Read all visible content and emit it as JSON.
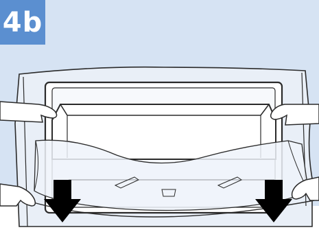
{
  "step": {
    "label": "4b"
  },
  "colors": {
    "badge": "#5b8fd0",
    "background": "#d6e3f3",
    "arrow": "#000000",
    "outline": "#2a2a2a"
  },
  "icons": [
    "step-badge",
    "appliance-frame",
    "protective-film",
    "hands",
    "arrow-down-icon"
  ]
}
